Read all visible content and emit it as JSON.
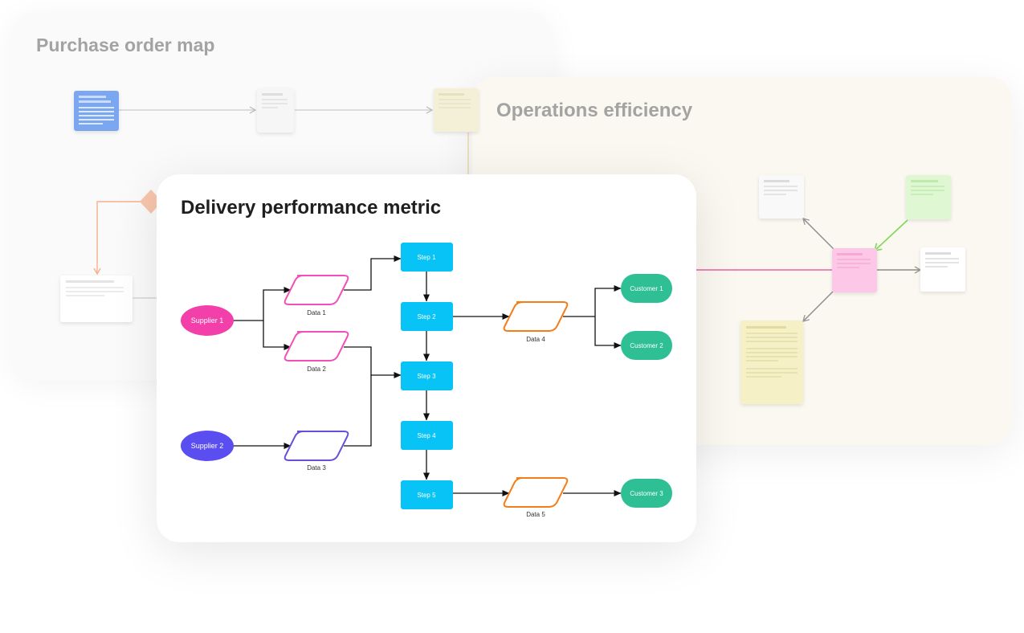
{
  "boards": {
    "purchase_order": {
      "title": "Purchase order map"
    },
    "operations": {
      "title": "Operations efficiency"
    },
    "delivery": {
      "title": "Delivery performance metric"
    }
  },
  "flowchart": {
    "suppliers": [
      "Supplier 1",
      "Supplier 2"
    ],
    "data_inputs": [
      "Data 1",
      "Data 2",
      "Data 3"
    ],
    "steps": [
      "Step 1",
      "Step 2",
      "Step 3",
      "Step 4",
      "Step 5"
    ],
    "data_outputs": [
      "Data 4",
      "Data 5"
    ],
    "customers": [
      "Customer 1",
      "Customer 2",
      "Customer 3"
    ]
  },
  "colors": {
    "supplier_1": "#f23fa9",
    "supplier_2": "#5b4ef0",
    "step": "#08c3f5",
    "customer": "#2fbf95",
    "data_pink": "#f24fb8",
    "data_purple": "#6a4ed8",
    "data_orange": "#f57c16",
    "connector": "#111111"
  }
}
